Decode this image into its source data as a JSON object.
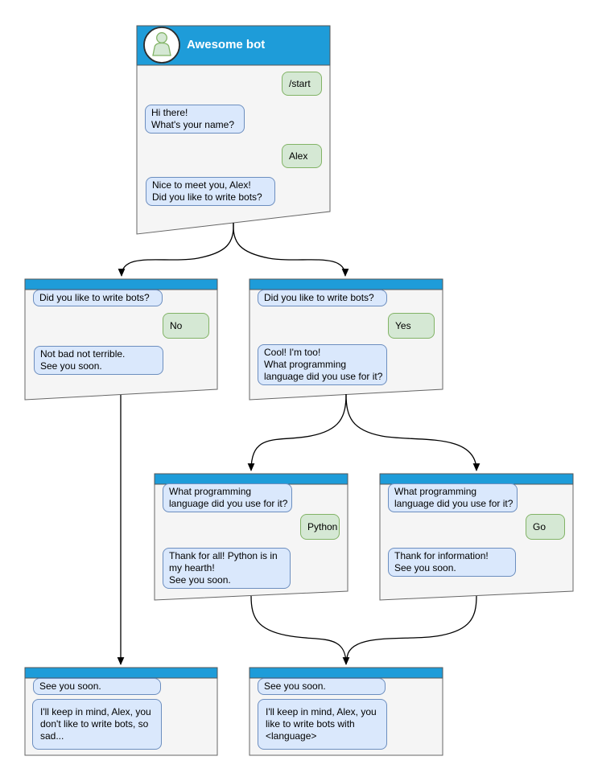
{
  "diagram": {
    "title_window": {
      "title": "Awesome bot",
      "avatar": "person-icon",
      "user_start": "/start",
      "bot_greeting": "Hi there!\nWhat's your name?",
      "user_name": "Alex",
      "bot_ask_bots": "Nice to meet you, Alex!\nDid you like to write bots?"
    },
    "branch_no": {
      "question": "Did you like to write bots?",
      "answer": "No",
      "reply": "Not bad not terrible.\nSee you soon."
    },
    "branch_yes": {
      "question": "Did you like to write bots?",
      "answer": "Yes",
      "reply": "Cool! I'm too!\nWhat programming\nlanguage did you use for it?"
    },
    "branch_python": {
      "question": "What programming\nlanguage did you use for it?",
      "answer": "Python",
      "reply": "Thank for all! Python is in\nmy hearth!\nSee you soon."
    },
    "branch_go": {
      "question": "What programming\nlanguage did you use for it?",
      "answer": "Go",
      "reply": "Thank for information!\nSee you soon."
    },
    "end_no": {
      "bot_bye": "See you soon.",
      "bot_final": "I'll keep in mind, Alex, you\ndon't like to write bots, so\nsad..."
    },
    "end_yes": {
      "bot_bye": "See you soon.",
      "bot_final": "I'll keep in mind, Alex, you\nlike to write bots with\n<language>"
    },
    "colors": {
      "header_blue": "#1E9CD9",
      "panel_fill": "#F5F5F5",
      "panel_border": "#666666",
      "bot_bubble_fill": "#DAE8FC",
      "bot_bubble_border": "#6C8EBF",
      "user_bubble_fill": "#D5E8D4",
      "user_bubble_border": "#82B366",
      "connector": "#000000",
      "avatar_fill": "#D5E8D4",
      "avatar_stroke": "#82B366"
    }
  }
}
